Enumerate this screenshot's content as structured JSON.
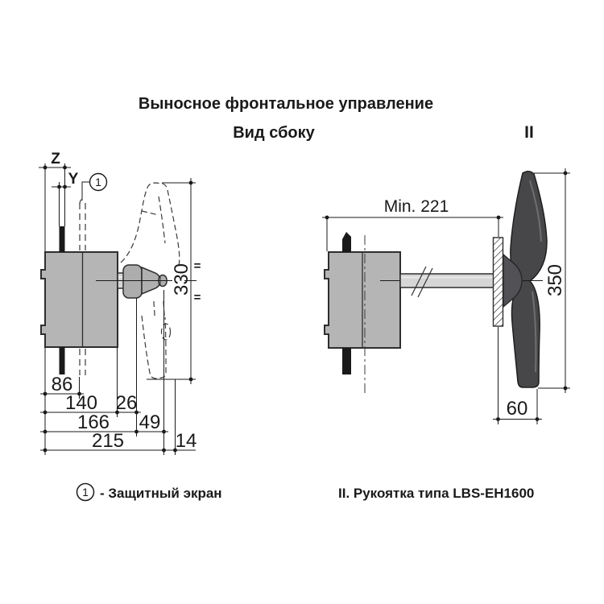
{
  "drawing": {
    "title": "Выносное фронтальное управление",
    "side_view": {
      "label": "Вид сбоку",
      "callout": "1",
      "dim_z": "Z",
      "dim_y": "Y",
      "dim_330": "330",
      "eq_mark": "=",
      "dim_86": "86",
      "dim_140": "140",
      "dim_26": "26",
      "dim_166": "166",
      "dim_49": "49",
      "dim_215": "215",
      "dim_14": "14"
    },
    "handle_view": {
      "label": "II",
      "dim_min221": "Min. 221",
      "dim_350": "350",
      "dim_60": "60"
    },
    "legend": {
      "callout": "1",
      "screen_note": "- Защитный экран",
      "handle_note": "II. Рукоятка типа LBS-EH1600"
    },
    "colors": {
      "body_fill": "#b5b5b5",
      "shaft_fill": "#d6d6d6",
      "knob_fill": "#adadad",
      "handle_fill": "#47474a",
      "line": "#1a1a1a"
    }
  }
}
